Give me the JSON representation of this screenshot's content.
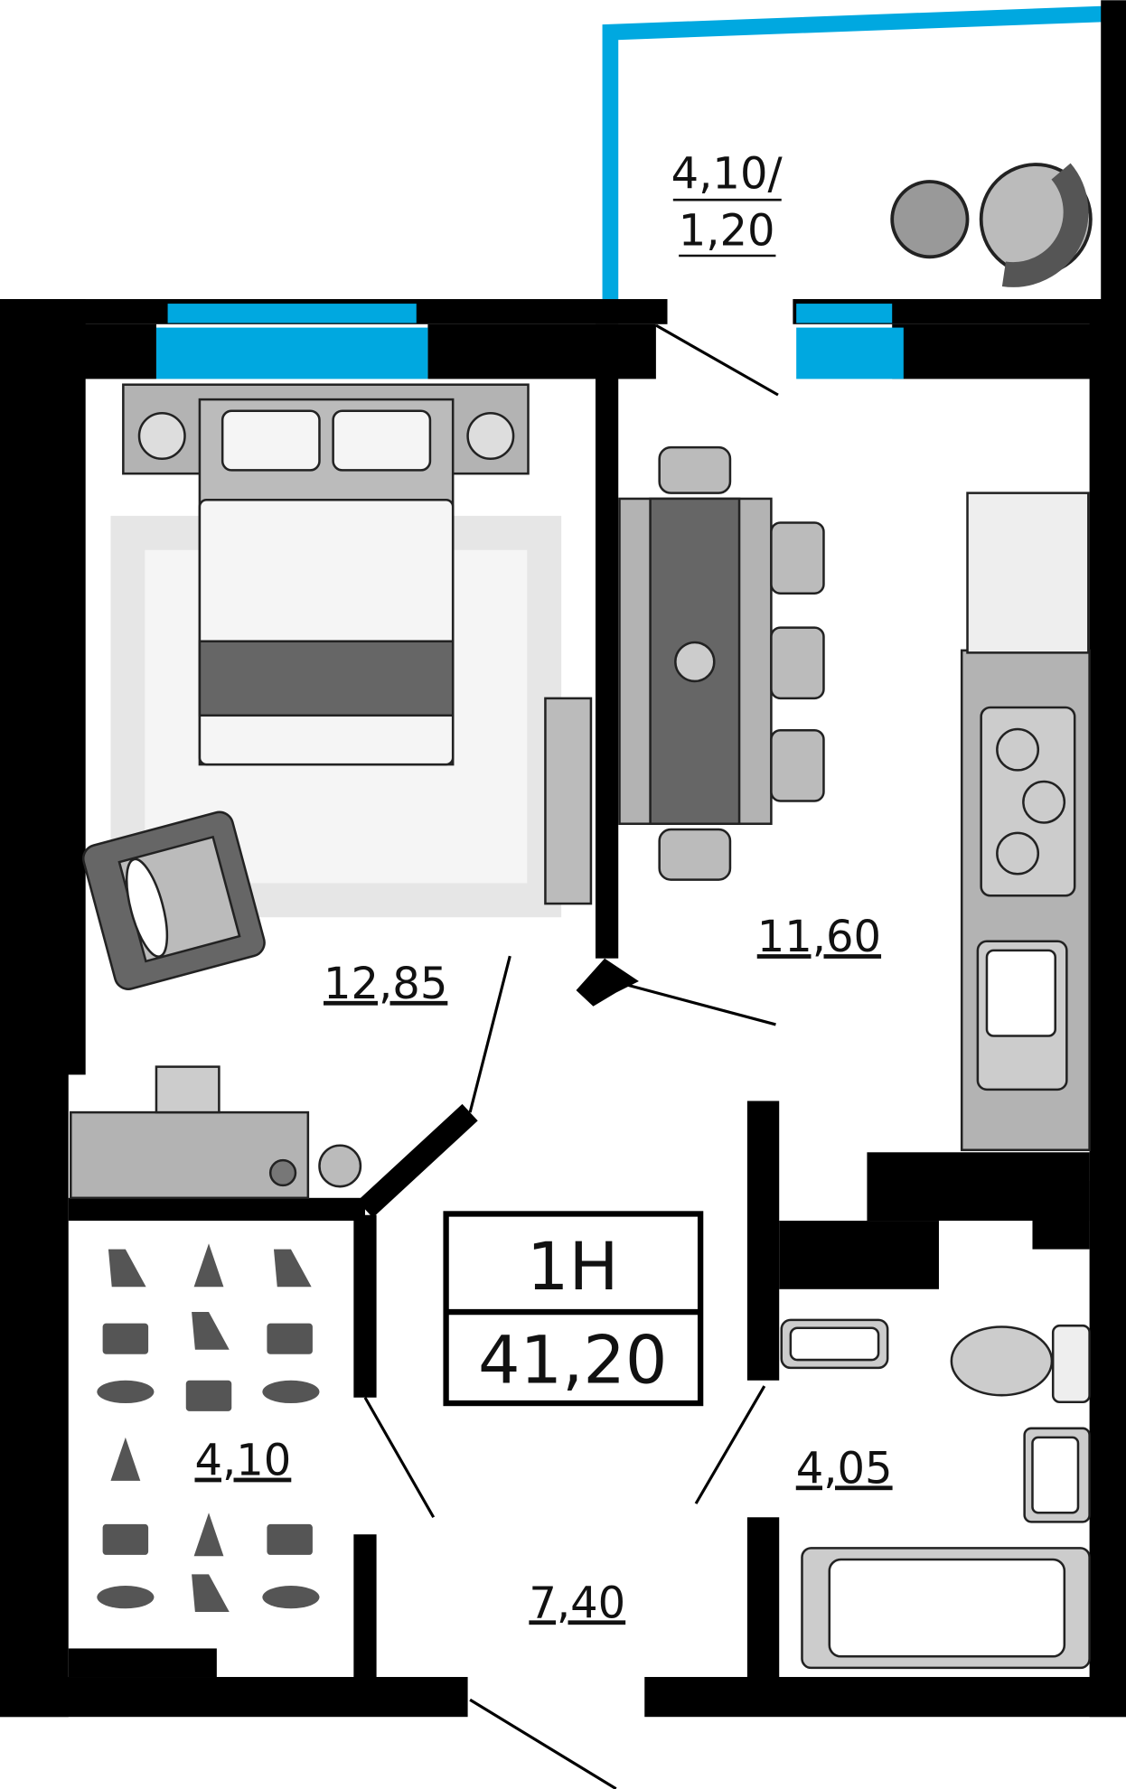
{
  "plan": {
    "unit_type": "1Н",
    "total_area": "41,20",
    "rooms": {
      "balcony_top": "4,10/",
      "balcony_bottom": "1,20",
      "bedroom": "12,85",
      "kitchen": "11,60",
      "wardrobe": "4,10",
      "bathroom": "4,05",
      "hallway": "7,40"
    }
  },
  "colors": {
    "wall": "#000000",
    "window": "#00a8e0",
    "furniture": "#b3b3b3",
    "furniture_dark": "#666666"
  }
}
